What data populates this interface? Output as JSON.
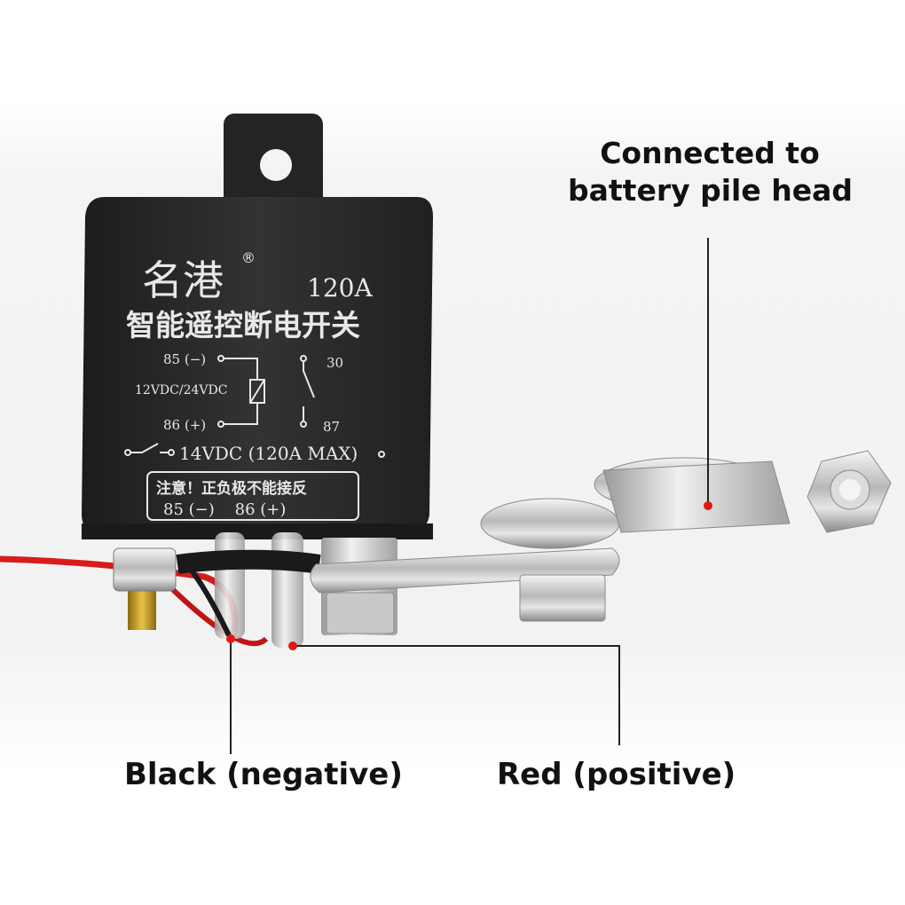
{
  "callouts": {
    "top_line1": "Connected to",
    "top_line2": "battery pile head",
    "black": "Black (negative)",
    "red": "Red (positive)"
  },
  "relay": {
    "brand": "名港",
    "registered": "®",
    "rating": "120A",
    "product_name": "智能遥控断电开关",
    "pin_85": "85 (−)",
    "pin_86": "86 (+)",
    "pin_30": "30",
    "pin_87": "87",
    "voltage": "12VDC/24VDC",
    "switch_rating": "14VDC (120A MAX)",
    "warning": "注意！正负极不能接反",
    "polarity": "85 (−)    86 (+)"
  },
  "colors": {
    "leader_line": "#222222",
    "marker_dot": "#e01818",
    "relay_body": "#2b2b2b",
    "wire_red": "#d81c1c",
    "wire_black": "#1a1a1a"
  }
}
